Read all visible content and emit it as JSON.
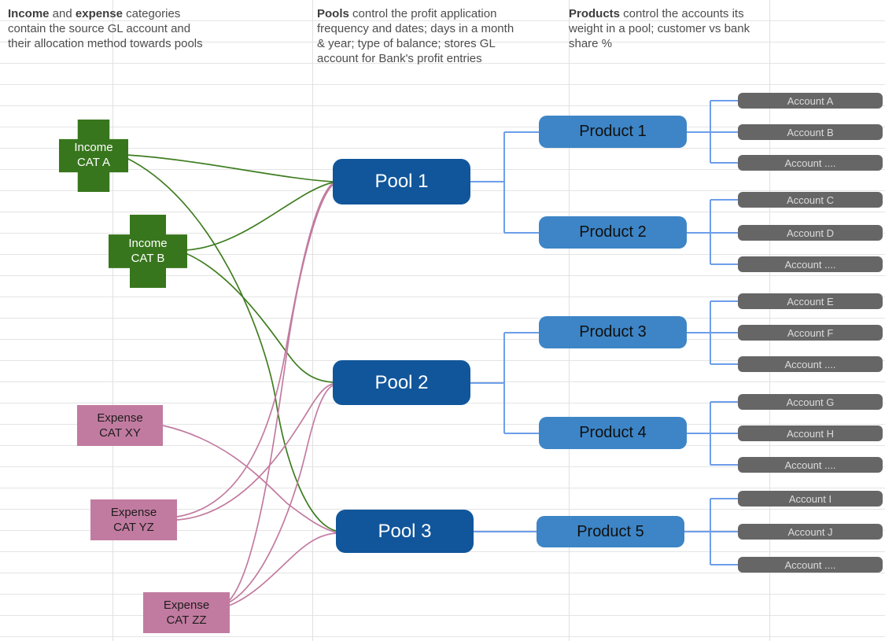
{
  "annotations": [
    {
      "id": "ann1",
      "segments": [
        {
          "t": "Income",
          "b": true
        },
        {
          "t": " and ",
          "b": false
        },
        {
          "t": "expense",
          "b": true
        },
        {
          "t": " categories contain the source GL account and their allocation method towards pools",
          "b": false
        }
      ]
    },
    {
      "id": "ann2",
      "segments": [
        {
          "t": "Pools",
          "b": true
        },
        {
          "t": " control the profit application frequency and dates; days in a month & year; type of balance; stores GL account for Bank's profit entries",
          "b": false
        }
      ]
    },
    {
      "id": "ann3",
      "segments": [
        {
          "t": "Products",
          "b": true
        },
        {
          "t": " control the accounts its weight in a pool; customer vs bank share %",
          "b": false
        }
      ]
    }
  ],
  "income_categories": [
    {
      "id": "income-cat-a",
      "label": "Income\nCAT A"
    },
    {
      "id": "income-cat-b",
      "label": "Income\nCAT B"
    }
  ],
  "expense_categories": [
    {
      "id": "expense-cat-xy",
      "label": "Expense\nCAT XY"
    },
    {
      "id": "expense-cat-yz",
      "label": "Expense\nCAT YZ"
    },
    {
      "id": "expense-cat-zz",
      "label": "Expense\nCAT ZZ"
    }
  ],
  "pools": [
    {
      "id": "pool-1",
      "label": "Pool 1"
    },
    {
      "id": "pool-2",
      "label": "Pool 2"
    },
    {
      "id": "pool-3",
      "label": "Pool 3"
    }
  ],
  "products": [
    {
      "id": "product-1",
      "label": "Product 1"
    },
    {
      "id": "product-2",
      "label": "Product 2"
    },
    {
      "id": "product-3",
      "label": "Product 3"
    },
    {
      "id": "product-4",
      "label": "Product 4"
    },
    {
      "id": "product-5",
      "label": "Product 5"
    }
  ],
  "account_groups": [
    {
      "product": "product-1",
      "accounts": [
        "Account A",
        "Account B",
        "Account ...."
      ]
    },
    {
      "product": "product-2",
      "accounts": [
        "Account C",
        "Account D",
        "Account ...."
      ]
    },
    {
      "product": "product-3",
      "accounts": [
        "Account E",
        "Account F",
        "Account ...."
      ]
    },
    {
      "product": "product-4",
      "accounts": [
        "Account G",
        "Account H",
        "Account ...."
      ]
    },
    {
      "product": "product-5",
      "accounts": [
        "Account I",
        "Account J",
        "Account ...."
      ]
    }
  ],
  "category_pool_edges": [
    {
      "from": "income-cat-a",
      "to": "pool-1"
    },
    {
      "from": "income-cat-a",
      "to": "pool-3"
    },
    {
      "from": "income-cat-b",
      "to": "pool-1"
    },
    {
      "from": "income-cat-b",
      "to": "pool-2"
    },
    {
      "from": "expense-cat-xy",
      "to": "pool-3"
    },
    {
      "from": "expense-cat-yz",
      "to": "pool-1"
    },
    {
      "from": "expense-cat-yz",
      "to": "pool-2"
    },
    {
      "from": "expense-cat-zz",
      "to": "pool-1"
    },
    {
      "from": "expense-cat-zz",
      "to": "pool-2"
    },
    {
      "from": "expense-cat-zz",
      "to": "pool-3"
    }
  ],
  "pool_product_edges": [
    {
      "from": "pool-1",
      "to": [
        "product-1",
        "product-2"
      ]
    },
    {
      "from": "pool-2",
      "to": [
        "product-3",
        "product-4"
      ]
    },
    {
      "from": "pool-3",
      "to": [
        "product-5"
      ]
    }
  ],
  "colors": {
    "income_fill": "#38761d",
    "income_edge": "#3f7d20",
    "expense_fill": "#c27ba0",
    "expense_edge": "#c27ba0",
    "pool_fill": "#11569b",
    "product_fill": "#3d85c6",
    "account_fill": "#666666",
    "connector_blue": "#6d9eeb",
    "gridline": "#e4e4e4",
    "annotation_text": "#4d4d4d"
  }
}
